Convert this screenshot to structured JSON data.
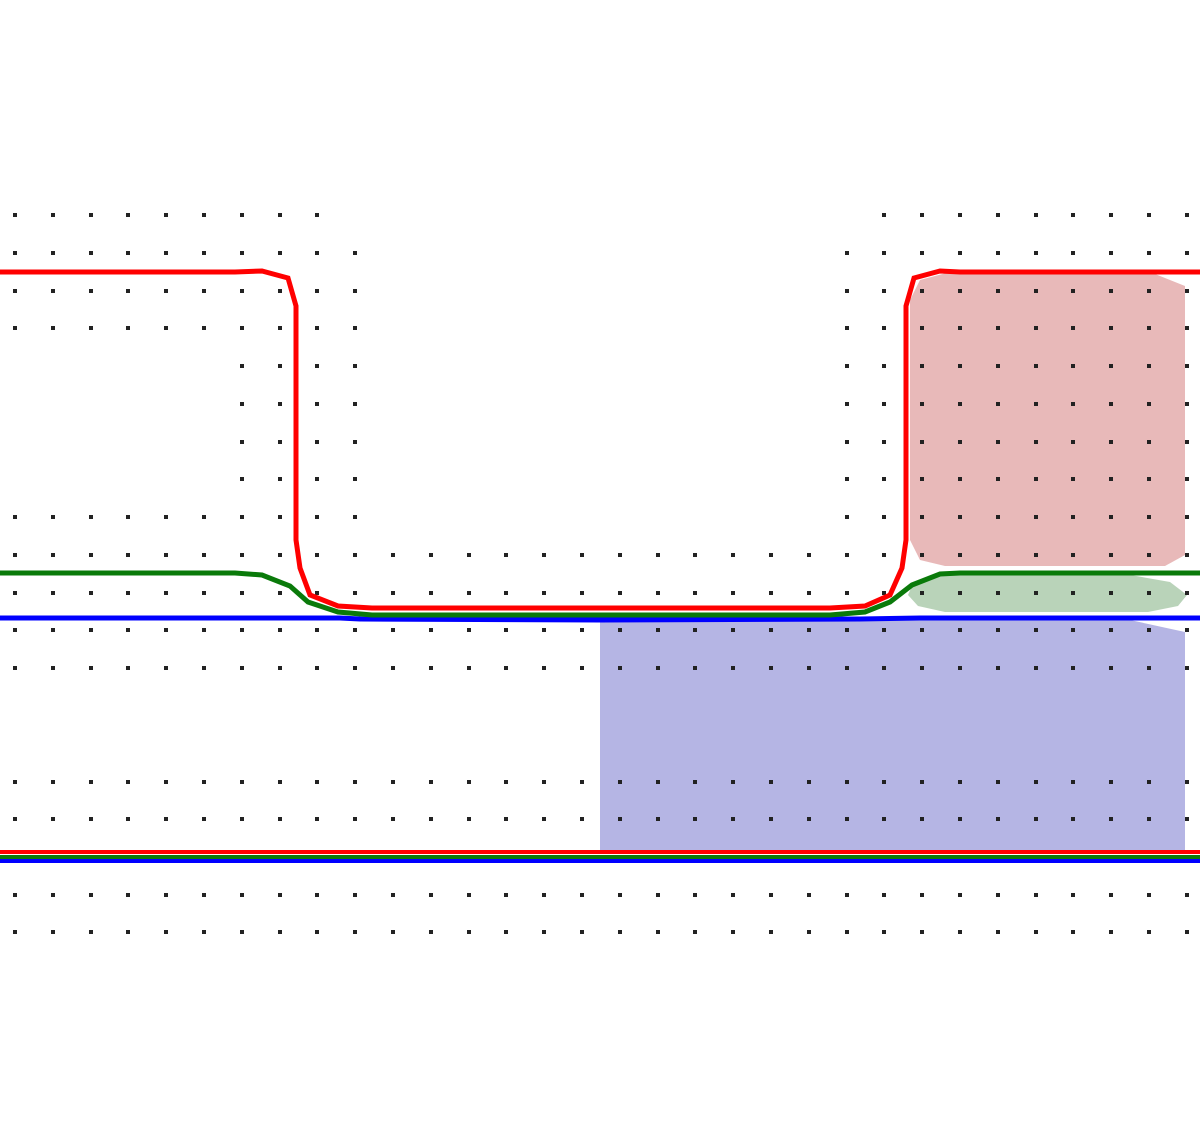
{
  "diagram": {
    "colors": {
      "background": "#ffffff",
      "dot": "#222222",
      "red_curve": "#ff0000",
      "green_curve": "#0a7a0a",
      "blue_curve": "#0000ff",
      "red_region": "#d98a8a",
      "green_region": "#7fae7f",
      "blue_region": "#8080d0"
    },
    "curves": [
      {
        "name": "red",
        "color_key": "red_curve"
      },
      {
        "name": "green",
        "color_key": "green_curve"
      },
      {
        "name": "blue",
        "color_key": "blue_curve"
      }
    ],
    "regions": [
      {
        "name": "red",
        "color_key": "red_region"
      },
      {
        "name": "green",
        "color_key": "green_region"
      },
      {
        "name": "blue",
        "color_key": "blue_region"
      }
    ]
  }
}
